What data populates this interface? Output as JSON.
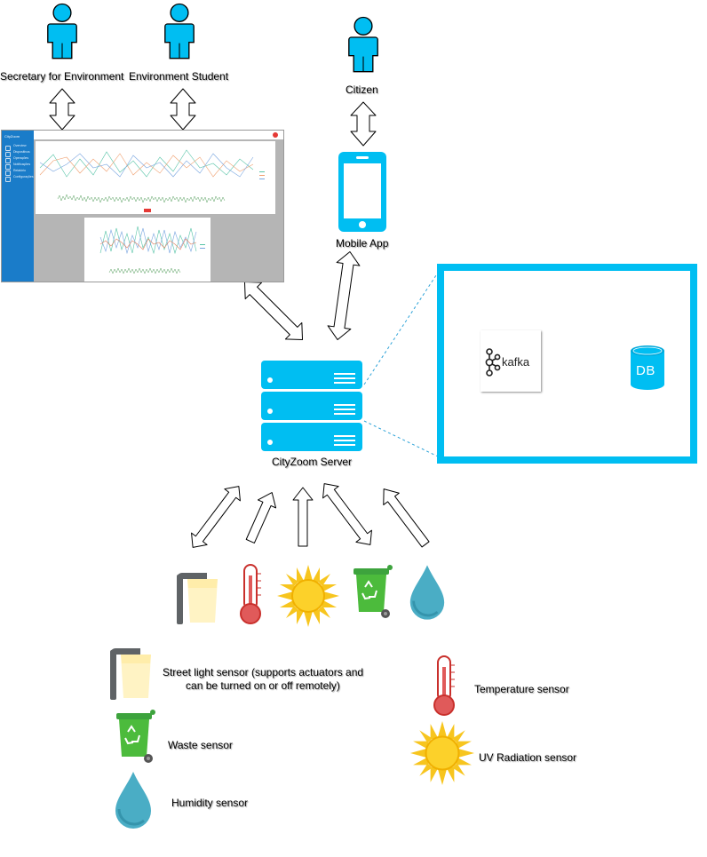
{
  "colors": {
    "accent": "#00BEF2",
    "accent_dark": "#0099C4",
    "sidebar": "#1A7CC9",
    "frame": "#00BEF2",
    "arrow_fill": "#ffffff",
    "arrow_stroke": "#000000"
  },
  "actors": [
    {
      "label": "Secretary for Environment",
      "icon": "person-icon"
    },
    {
      "label": "Environment Student",
      "icon": "person-icon"
    },
    {
      "label": "Citizen",
      "icon": "person-icon"
    }
  ],
  "nodes": {
    "mobile_app": {
      "label": "Mobile App",
      "icon": "smartphone-icon"
    },
    "server": {
      "label": "CityZoom Server",
      "icon": "server-icon"
    },
    "kafka": {
      "label": "kafka",
      "icon": "kafka-logo-icon"
    },
    "db": {
      "label": "DB",
      "icon": "database-icon"
    }
  },
  "dashboard": {
    "app_name": "CityZoom",
    "menu": [
      "Overview",
      "Dispositivos",
      "Operações",
      "Notificações",
      "Relatório",
      "Configurações"
    ],
    "icon": "dashboard-screenshot"
  },
  "sensors_row": [
    "street-light-icon",
    "thermometer-icon",
    "sun-icon",
    "recycle-bin-icon",
    "water-drop-icon"
  ],
  "legend": [
    {
      "icon": "street-light-icon",
      "label": "Street light sensor (supports actuators and can be turned on or off remotely)"
    },
    {
      "icon": "thermometer-icon",
      "label": "Temperature sensor"
    },
    {
      "icon": "recycle-bin-icon",
      "label": "Waste sensor"
    },
    {
      "icon": "sun-icon",
      "label": "UV Radiation sensor"
    },
    {
      "icon": "water-drop-icon",
      "label": "Humidity sensor"
    }
  ]
}
